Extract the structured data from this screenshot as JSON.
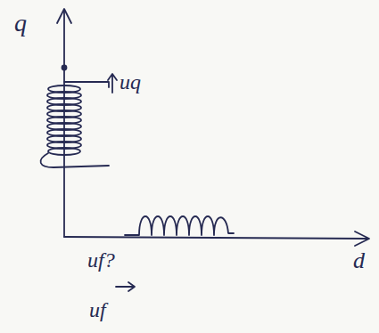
{
  "diagram": {
    "labels": [
      "q",
      "uq",
      "d",
      "uf?",
      "uf"
    ]
  }
}
